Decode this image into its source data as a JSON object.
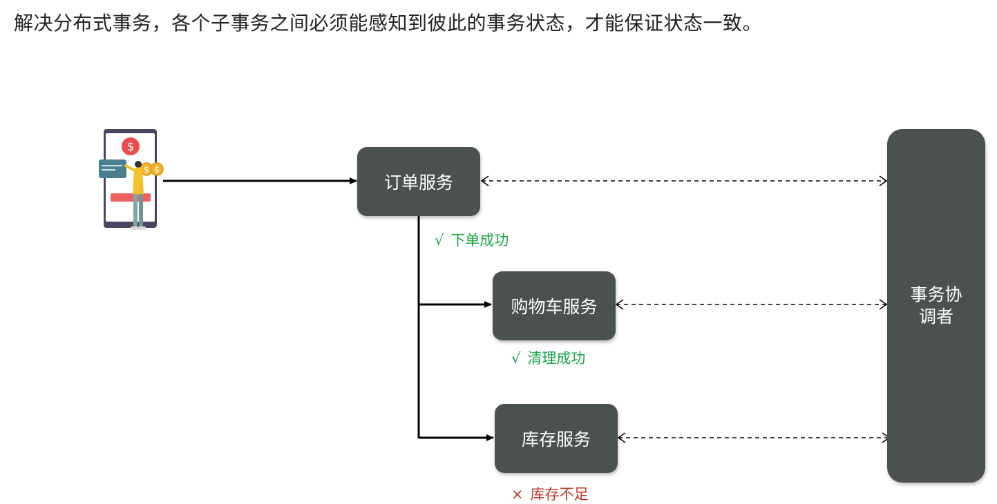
{
  "heading": "解决分布式事务，各个子事务之间必须能感知到彼此的事务状态，才能保证状态一致。",
  "nodes": {
    "order": "订单服务",
    "cart": "购物车服务",
    "stock": "库存服务",
    "coordinator_line1": "事务协",
    "coordinator_line2": "调者"
  },
  "status": {
    "order": {
      "mark": "√",
      "text": "下单成功"
    },
    "cart": {
      "mark": "√",
      "text": "清理成功"
    },
    "stock": {
      "mark": "×",
      "text": "库存不足"
    }
  },
  "colors": {
    "node_fill": "#4b5150",
    "success": "#1aa64a",
    "failure": "#c0392b"
  },
  "icons": {
    "client": "mobile-payment-illustration-icon",
    "currency": "dollar-icon"
  }
}
